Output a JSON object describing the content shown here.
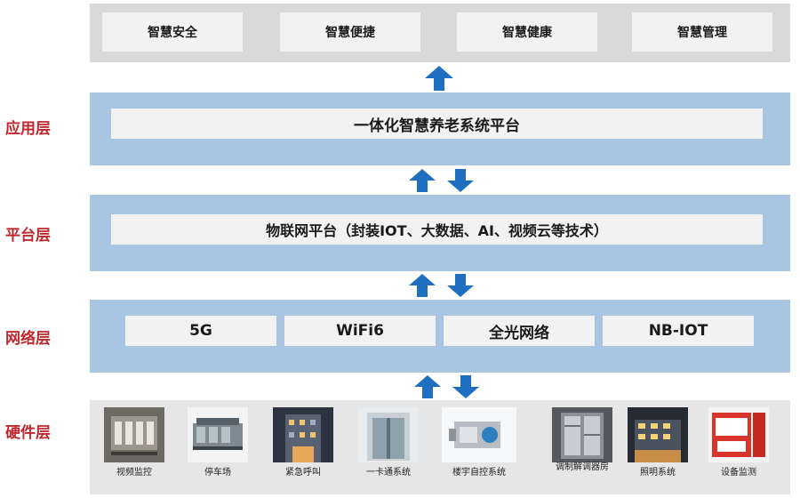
{
  "top_boxes": [
    "智慧安全",
    "智慧便捷",
    "智慧健康",
    "智慧管理"
  ],
  "layers": {
    "application": {
      "label": "应用层",
      "box": "一体化智慧养老系统平台"
    },
    "platform": {
      "label": "平台层",
      "box": "物联网平台（封装IOT、大数据、AI、视频云等技术）"
    },
    "network": {
      "label": "网络层",
      "boxes": [
        "5G",
        "WiFi6",
        "全光网络",
        "NB-IOT"
      ]
    },
    "hardware": {
      "label": "硬件层",
      "items": [
        {
          "label": "视频监控",
          "icon": "server-rack-image"
        },
        {
          "label": "停车场",
          "icon": "machine-image"
        },
        {
          "label": "紧急呼叫",
          "icon": "building-night-image"
        },
        {
          "label": "一卡通系统",
          "icon": "gate-image"
        },
        {
          "label": "楼宇自控系统",
          "icon": "hvac-unit-image"
        },
        {
          "label": "调制解调器房",
          "icon": "equipment-cabinet-image"
        },
        {
          "label": "照明系统",
          "icon": "lighting-building-image"
        },
        {
          "label": "设备监测",
          "icon": "monitor-panel-image"
        }
      ]
    }
  },
  "colors": {
    "layer_label": "#c0282d",
    "band_blue": "#a8c6e2",
    "band_grey": "#d9d9d9",
    "arrow": "#1f6fc0"
  }
}
